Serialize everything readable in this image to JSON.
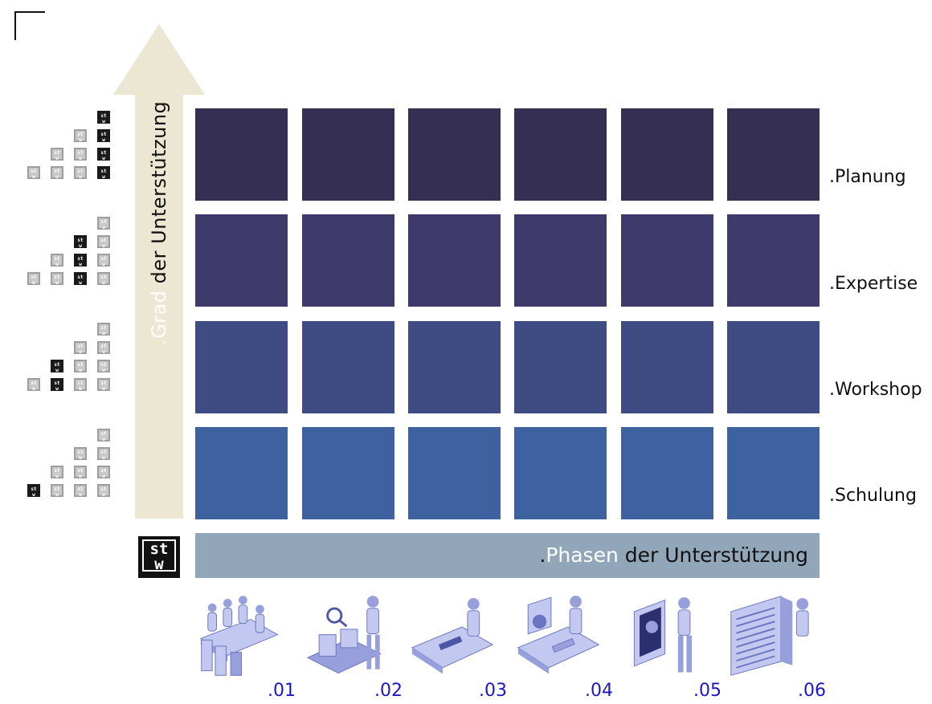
{
  "vertical_axis": {
    "label_highlight": ".Grad",
    "label_rest": " der Unterstützung"
  },
  "horizontal_axis": {
    "label_prefix": ".",
    "label_highlight": "Phasen",
    "label_rest": " der Unterstützung"
  },
  "rows": [
    {
      "label": ".Planung",
      "color": "#352f54"
    },
    {
      "label": ".Expertise",
      "color": "#3e3a6b"
    },
    {
      "label": ".Workshop",
      "color": "#3f4b83"
    },
    {
      "label": ".Schulung",
      "color": "#3e62a0"
    }
  ],
  "phases": [
    {
      "number": ".01",
      "icon": "meeting-table-icon"
    },
    {
      "number": ".02",
      "icon": "inspection-conveyor-icon"
    },
    {
      "number": ".03",
      "icon": "desk-work-icon"
    },
    {
      "number": ".04",
      "icon": "computer-workstation-icon"
    },
    {
      "number": ".05",
      "icon": "presentation-board-icon"
    },
    {
      "number": ".06",
      "icon": "archive-cabinet-icon"
    }
  ],
  "logo_text": [
    "st",
    "w"
  ],
  "mini_logo_text": "st w",
  "level_indicators": [
    {
      "rows": [
        [
          1
        ],
        [
          0,
          1
        ],
        [
          0,
          0,
          1
        ],
        [
          0,
          0,
          0,
          1
        ]
      ]
    },
    {
      "rows": [
        [
          0
        ],
        [
          1,
          0
        ],
        [
          0,
          1,
          0
        ],
        [
          0,
          0,
          1,
          0
        ]
      ]
    },
    {
      "rows": [
        [
          0
        ],
        [
          0,
          0
        ],
        [
          1,
          0,
          0
        ],
        [
          0,
          1,
          0,
          0
        ]
      ]
    },
    {
      "rows": [
        [
          0
        ],
        [
          0,
          0
        ],
        [
          0,
          0,
          0
        ],
        [
          1,
          0,
          0,
          0
        ]
      ]
    }
  ]
}
